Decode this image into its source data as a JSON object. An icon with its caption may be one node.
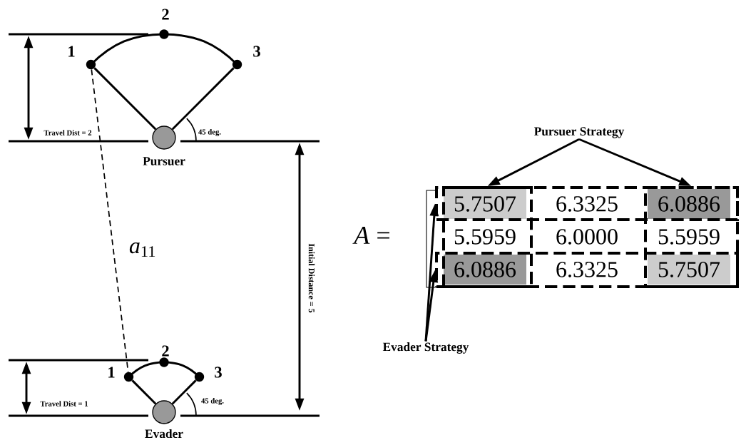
{
  "diagram": {
    "nodes": [
      {
        "text": [],
        "shape": "circle",
        "beside": [
          "1"
        ]
      },
      {
        "text": [],
        "shape": "circle",
        "beside": [
          "2"
        ]
      },
      {
        "text": [],
        "shape": "circle",
        "beside": [
          "3"
        ]
      },
      {
        "text": [],
        "shape": "circle",
        "beside": [
          "Pursuer"
        ]
      },
      {
        "text": [],
        "shape": "circle",
        "beside": [
          "1"
        ]
      },
      {
        "text": [],
        "shape": "circle",
        "beside": [
          "2"
        ]
      },
      {
        "text": [],
        "shape": "circle",
        "beside": [
          "3"
        ]
      },
      {
        "text": [],
        "shape": "circle",
        "beside": [
          "Evader"
        ]
      },
      {
        "text": [
          "Pursuer Strategy"
        ]
      },
      {
        "text": [],
        "shape": "box"
      },
      {
        "text": [],
        "shape": "box"
      },
      {
        "text": [],
        "shape": "box"
      },
      {
        "text": [],
        "shape": "box"
      },
      {
        "text": [
          "Evader Strategy"
        ]
      }
    ],
    "edges": [
      {
        "from": 0,
        "to": 1,
        "arrow": "none"
      },
      {
        "from": 1,
        "to": 2,
        "arrow": "none"
      },
      {
        "from": 3,
        "to": 0,
        "arrow": "none"
      },
      {
        "from": 3,
        "to": 2,
        "arrow": "none"
      },
      {
        "from": 4,
        "to": 5,
        "arrow": "none"
      },
      {
        "from": 5,
        "to": 6,
        "arrow": "none"
      },
      {
        "from": 7,
        "to": 4,
        "arrow": "none"
      },
      {
        "from": 7,
        "to": 6,
        "arrow": "none"
      },
      {
        "from": 0,
        "to": 4,
        "arrow": "none",
        "style": "dashed",
        "label": "*a*$_{11}$"
      },
      {
        "from": 8,
        "to": 9,
        "arrow": "to"
      },
      {
        "from": 8,
        "to": 10,
        "arrow": "to"
      },
      {
        "from": 13,
        "to": 11,
        "arrow": "to"
      },
      {
        "from": 13,
        "to": 12,
        "arrow": "to"
      }
    ],
    "labels": [
      "Travel Dist = 2",
      "45 deg.",
      "Initial Distance = 5",
      "Travel Dist = 1",
      "45 deg.",
      "*A* =",
      "5.7507",
      "6.3325",
      "6.0886",
      "5.5959",
      "6.0000",
      "5.5959",
      "6.0886",
      "6.3325",
      "5.7507"
    ]
  }
}
